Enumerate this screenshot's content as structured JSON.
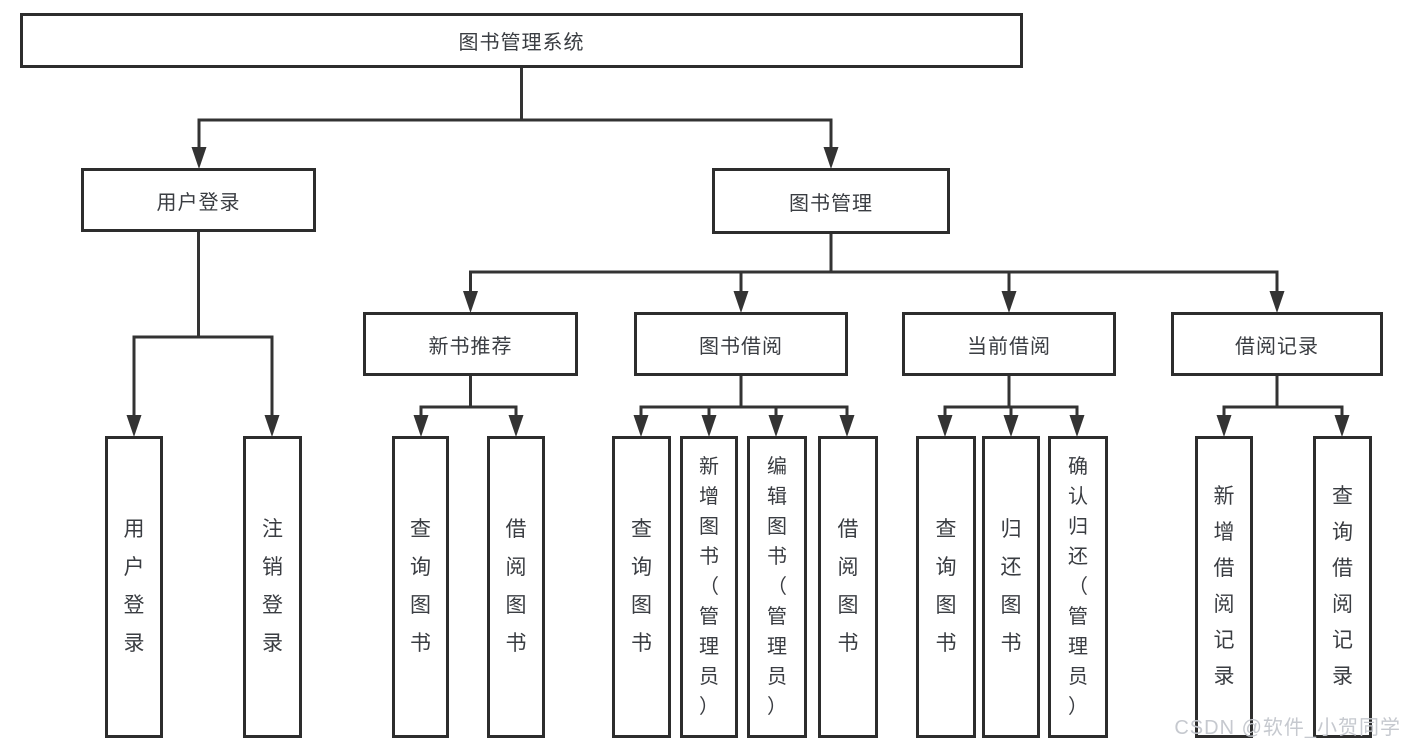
{
  "tree": {
    "label": "图书管理系统",
    "children": [
      {
        "label": "用户登录",
        "children": [
          {
            "label": "用户登录"
          },
          {
            "label": "注销登录"
          }
        ]
      },
      {
        "label": "图书管理",
        "children": [
          {
            "label": "新书推荐",
            "children": [
              {
                "label": "查询图书"
              },
              {
                "label": "借阅图书"
              }
            ]
          },
          {
            "label": "图书借阅",
            "children": [
              {
                "label": "查询图书"
              },
              {
                "label": "新增图书（管理员）"
              },
              {
                "label": "编辑图书（管理员）"
              },
              {
                "label": "借阅图书"
              }
            ]
          },
          {
            "label": "当前借阅",
            "children": [
              {
                "label": "查询图书"
              },
              {
                "label": "归还图书"
              },
              {
                "label": "确认归还（管理员）"
              }
            ]
          },
          {
            "label": "借阅记录",
            "children": [
              {
                "label": "新增借阅记录"
              },
              {
                "label": "查询借阅记录"
              }
            ]
          }
        ]
      }
    ]
  },
  "watermark": {
    "text": "CSDN @软件_小贺同学"
  },
  "colors": {
    "line": "#333333",
    "box_border": "#2d2d2d",
    "text": "#3a3d42",
    "background": "#ffffff",
    "watermark": "#c6c9cf"
  }
}
